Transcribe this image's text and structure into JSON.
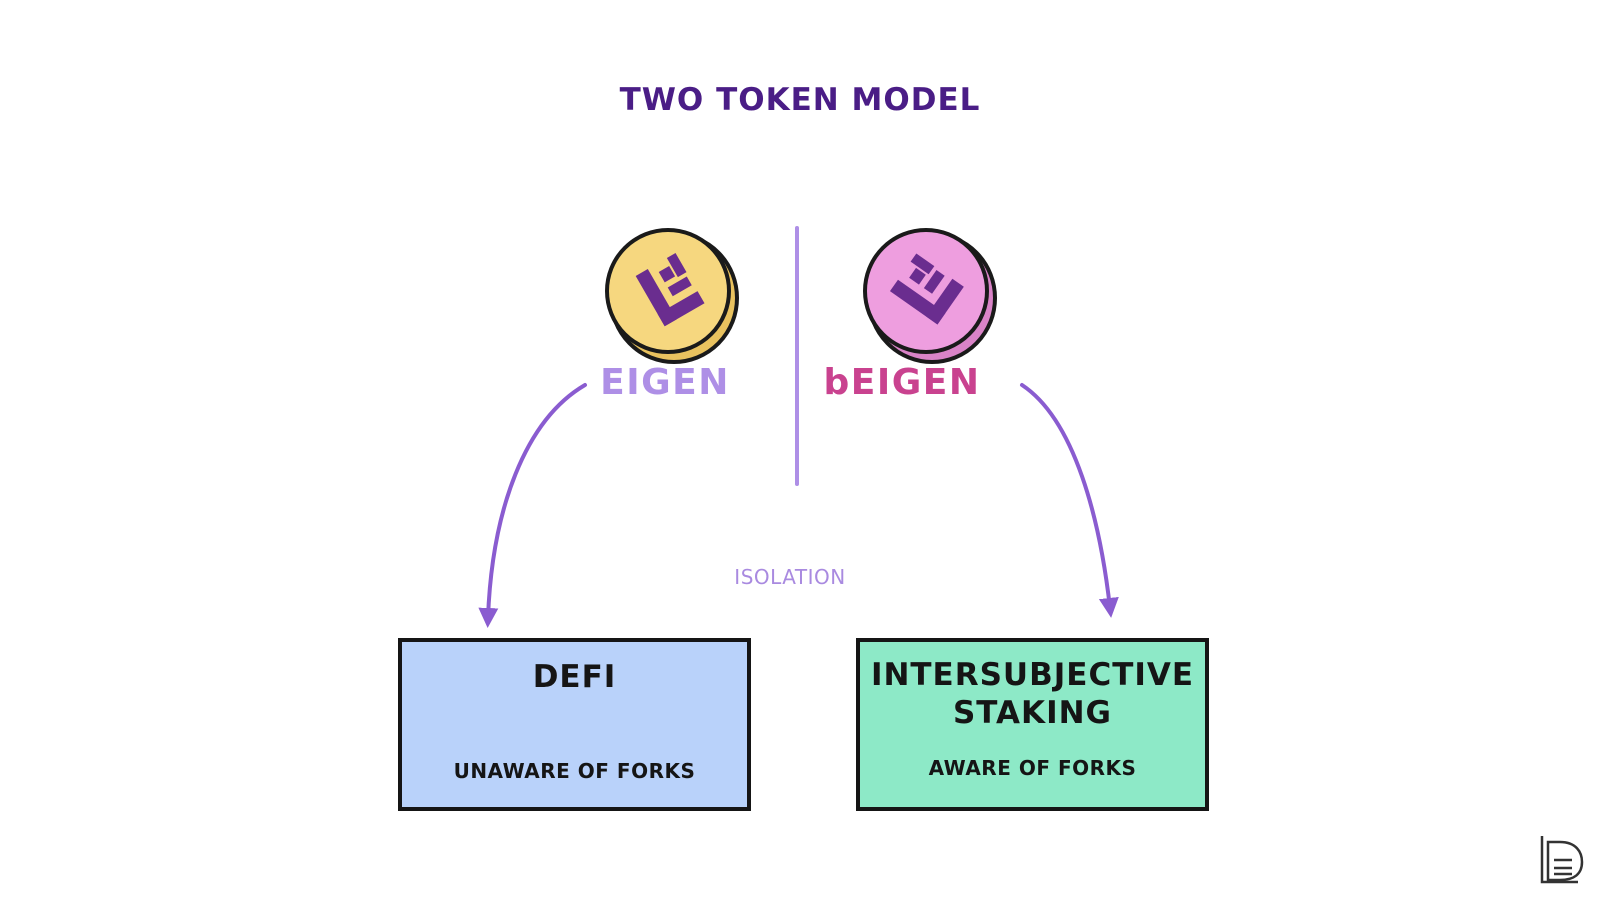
{
  "title": "TWO TOKEN MODEL",
  "tokens": [
    {
      "label": "EIGEN",
      "coin_color": "#f6d77f",
      "label_color": "#ae8fe6"
    },
    {
      "label": "bEIGEN",
      "coin_color": "#ee9edf",
      "label_color": "#c9428f"
    }
  ],
  "divider_label": "ISOLATION",
  "boxes": [
    {
      "title": "DEFI",
      "subtitle": "UNAWARE OF FORKS",
      "color": "#b9d2fa"
    },
    {
      "title_line1": "INTERSUBJECTIVE",
      "title_line2": "STAKING",
      "subtitle": "AWARE OF FORKS",
      "color": "#8de9c7"
    }
  ],
  "colors": {
    "title": "#4a1d86",
    "arrow": "#8a5cd0",
    "divider": "#ae8fe6",
    "logo_glyph": "#6a2d8f"
  },
  "icons": [
    "eigen-coin-icon",
    "beigen-coin-icon",
    "publisher-logo-icon"
  ]
}
